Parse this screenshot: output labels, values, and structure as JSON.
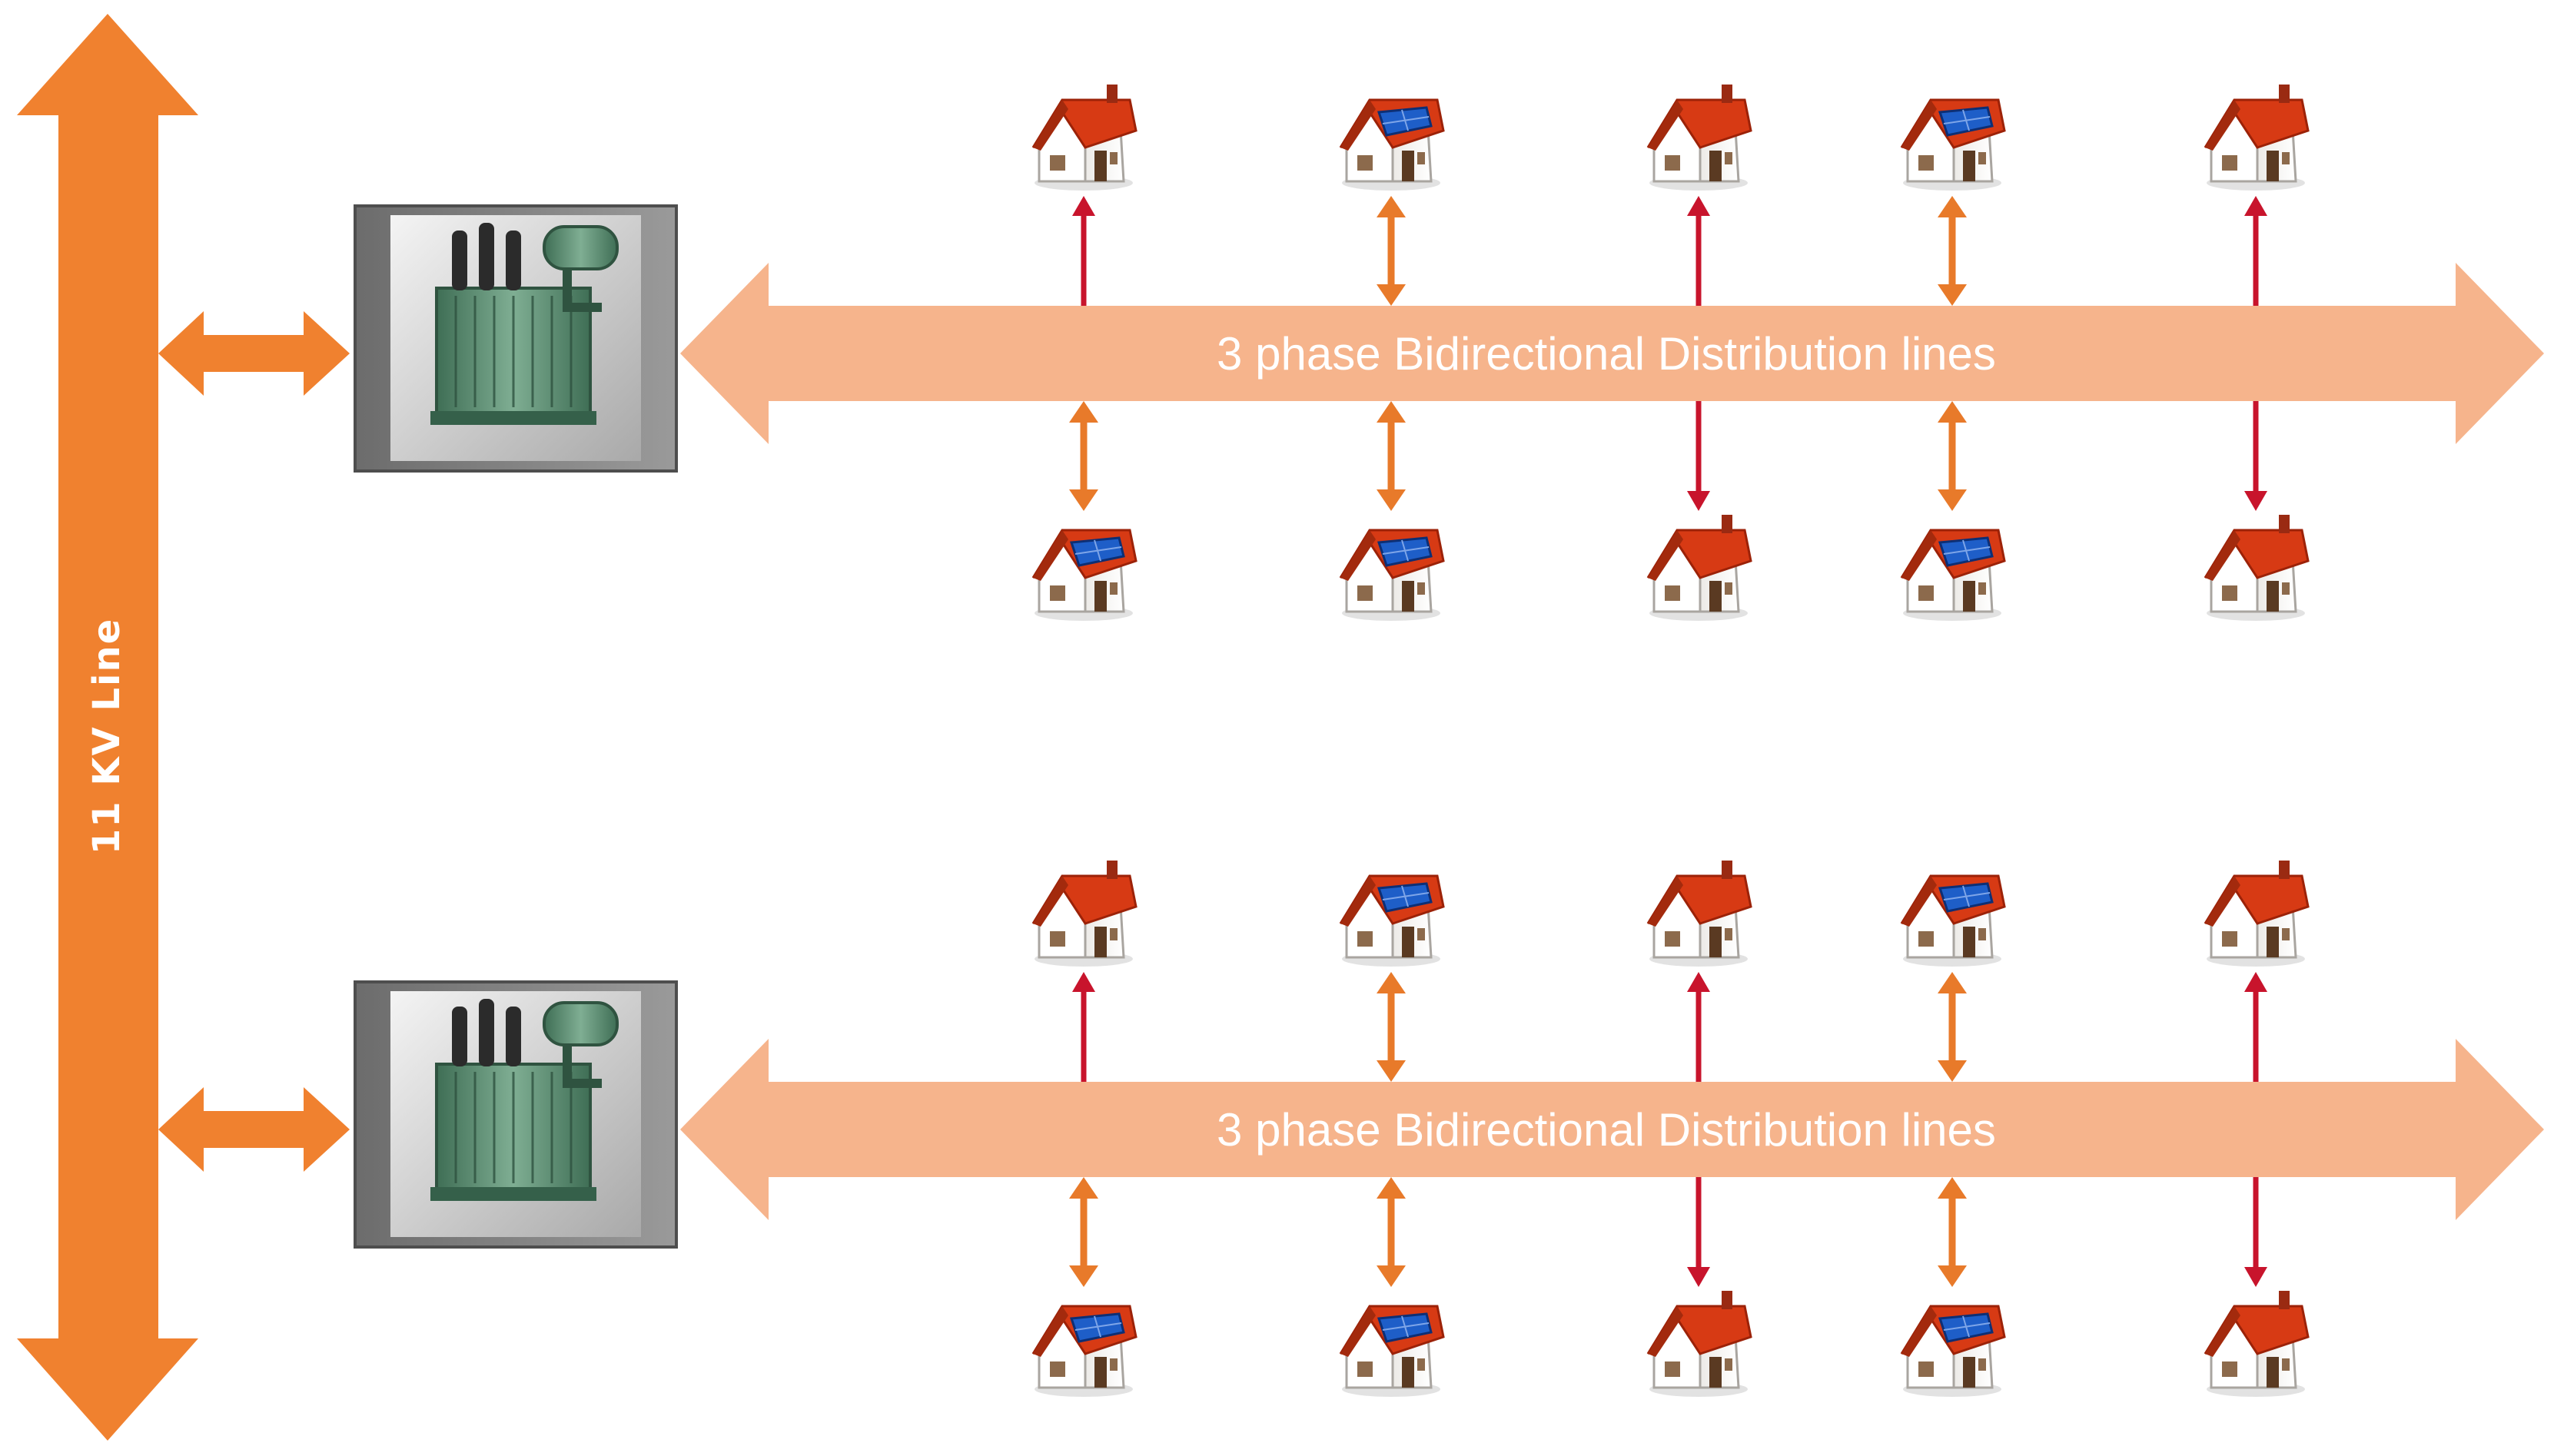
{
  "main_line": {
    "label": "11 KV Line"
  },
  "colors": {
    "main_line": "#f0812f",
    "distribution_line": "#f6b48c",
    "consumption_arrow": "#c8142c",
    "bidirectional_arrow": "#e87a2a",
    "roof_plain": "#d73a14",
    "roof_solar": "#1e5ec8"
  },
  "feeders": [
    {
      "label": "3 phase Bidirectional Distribution lines",
      "transformer_icon": "transformer-icon",
      "houses": [
        {
          "side": "top",
          "type": "consumer",
          "flow": "consume"
        },
        {
          "side": "top",
          "type": "prosumer",
          "flow": "bidirectional"
        },
        {
          "side": "top",
          "type": "consumer",
          "flow": "consume"
        },
        {
          "side": "top",
          "type": "prosumer",
          "flow": "bidirectional"
        },
        {
          "side": "top",
          "type": "consumer",
          "flow": "consume"
        },
        {
          "side": "bottom",
          "type": "prosumer",
          "flow": "bidirectional"
        },
        {
          "side": "bottom",
          "type": "prosumer",
          "flow": "bidirectional"
        },
        {
          "side": "bottom",
          "type": "consumer",
          "flow": "consume"
        },
        {
          "side": "bottom",
          "type": "prosumer",
          "flow": "bidirectional"
        },
        {
          "side": "bottom",
          "type": "consumer",
          "flow": "consume"
        }
      ]
    },
    {
      "label": "3 phase Bidirectional Distribution lines",
      "transformer_icon": "transformer-icon",
      "houses": [
        {
          "side": "top",
          "type": "consumer",
          "flow": "consume"
        },
        {
          "side": "top",
          "type": "prosumer",
          "flow": "bidirectional"
        },
        {
          "side": "top",
          "type": "consumer",
          "flow": "consume"
        },
        {
          "side": "top",
          "type": "prosumer",
          "flow": "bidirectional"
        },
        {
          "side": "top",
          "type": "consumer",
          "flow": "consume"
        },
        {
          "side": "bottom",
          "type": "prosumer",
          "flow": "bidirectional"
        },
        {
          "side": "bottom",
          "type": "prosumer",
          "flow": "bidirectional"
        },
        {
          "side": "bottom",
          "type": "consumer",
          "flow": "consume"
        },
        {
          "side": "bottom",
          "type": "prosumer",
          "flow": "bidirectional"
        },
        {
          "side": "bottom",
          "type": "consumer",
          "flow": "consume"
        }
      ]
    }
  ]
}
